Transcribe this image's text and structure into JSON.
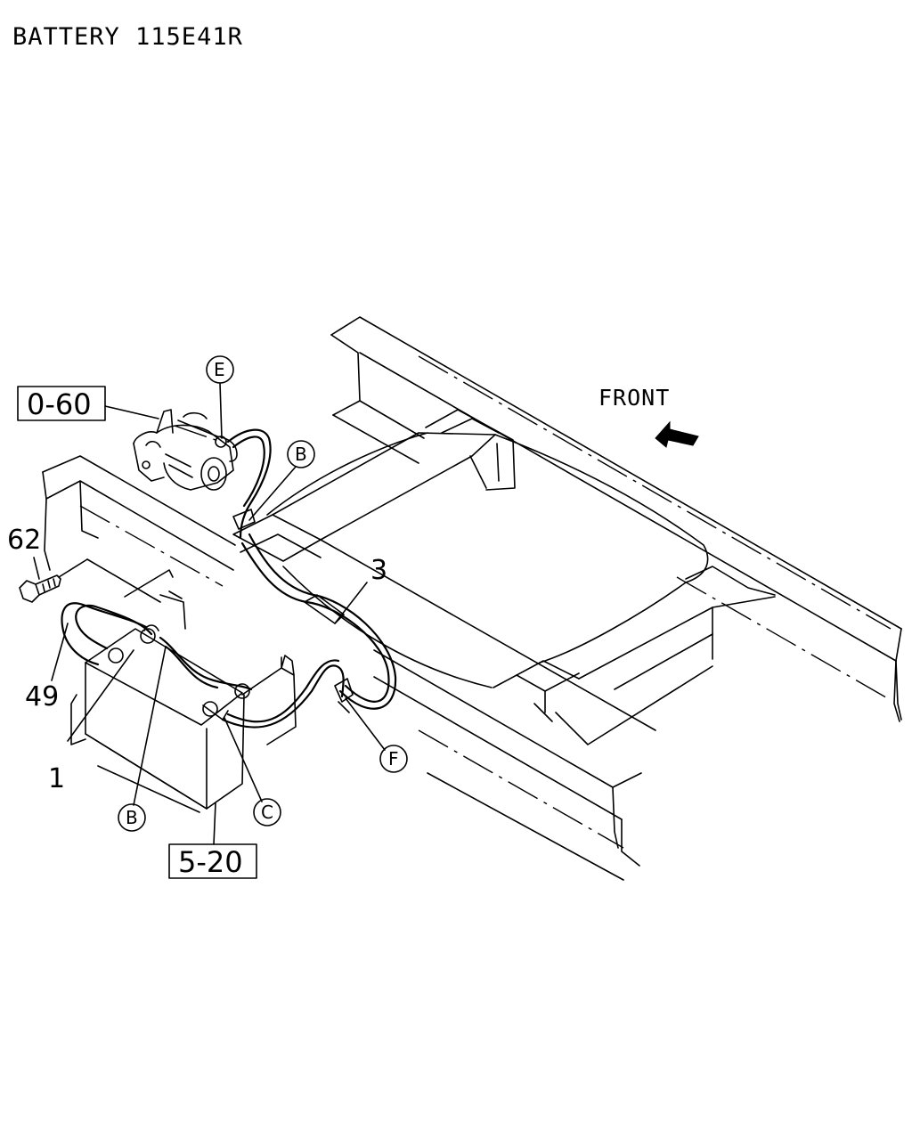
{
  "title": "BATTERY 115E41R",
  "direction_label": "FRONT",
  "ref_boxes": {
    "starter": "0-60",
    "battery": "5-20"
  },
  "part_numbers": {
    "bolt": "62",
    "cable_short": "49",
    "cable_positive": "1",
    "cable_long": "3"
  },
  "circle_refs": {
    "starter_terminal": "E",
    "frame_clip": "B",
    "battery_clip": "B",
    "battery_terminal": "C",
    "cable_end": "F"
  }
}
